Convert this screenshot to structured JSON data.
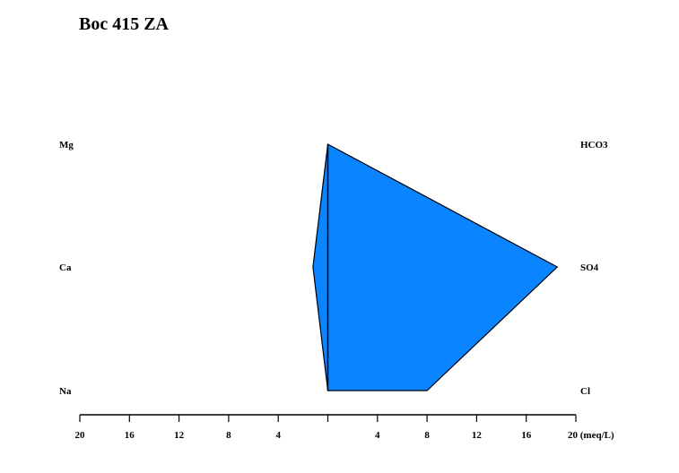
{
  "title": "Boc 415 ZA",
  "chart_data": {
    "type": "stiff",
    "title": "Boc 415 ZA",
    "unit": "(meq/L)",
    "xlim": [
      -20,
      20
    ],
    "ticks": [
      -20,
      -16,
      -12,
      -8,
      -4,
      0,
      4,
      8,
      12,
      16,
      20
    ],
    "tick_labels": [
      "20",
      "16",
      "12",
      "8",
      "4",
      "",
      "4",
      "8",
      "12",
      "16",
      "20"
    ],
    "cations": [
      {
        "name": "Mg",
        "value": 0.0
      },
      {
        "name": "Ca",
        "value": 1.2
      },
      {
        "name": "Na",
        "value": 0.0
      }
    ],
    "anions": [
      {
        "name": "HCO3",
        "value": 0.0
      },
      {
        "name": "SO4",
        "value": 18.5
      },
      {
        "name": "Cl",
        "value": 8.0
      }
    ],
    "fill_color": "#0a84ff",
    "stroke_color": "#000000"
  }
}
